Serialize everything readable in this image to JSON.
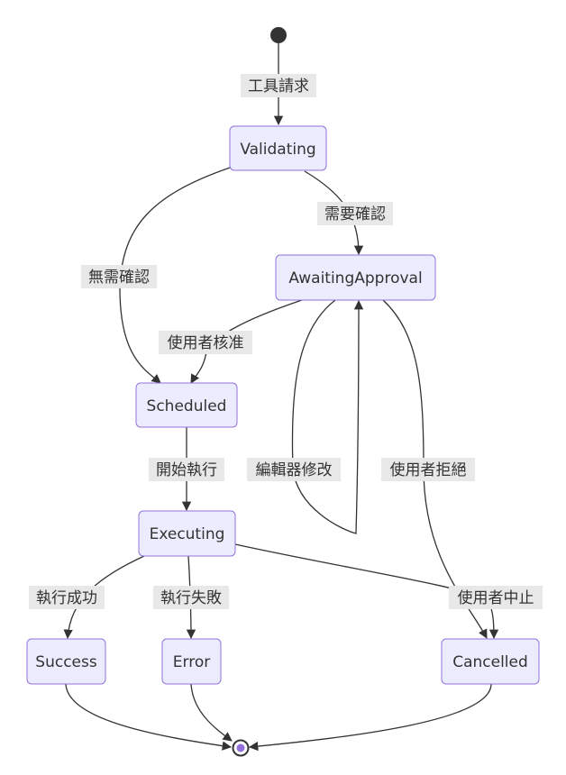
{
  "states": {
    "validating": "Validating",
    "awaiting_approval": "AwaitingApproval",
    "scheduled": "Scheduled",
    "executing": "Executing",
    "success": "Success",
    "error": "Error",
    "cancelled": "Cancelled"
  },
  "transitions": {
    "tool_request": "工具請求",
    "needs_confirmation": "需要確認",
    "no_confirmation_needed": "無需確認",
    "user_approved": "使用者核准",
    "editor_modify": "編輯器修改",
    "user_rejected": "使用者拒絕",
    "start_execution": "開始執行",
    "execution_success": "執行成功",
    "execution_failed": "執行失敗",
    "user_aborted": "使用者中止"
  },
  "colors": {
    "node_fill": "#ECECFF",
    "node_stroke": "#9370DB",
    "edge": "#333333",
    "label_bg": "#e8e8e8",
    "end_inner": "#9370DB"
  }
}
